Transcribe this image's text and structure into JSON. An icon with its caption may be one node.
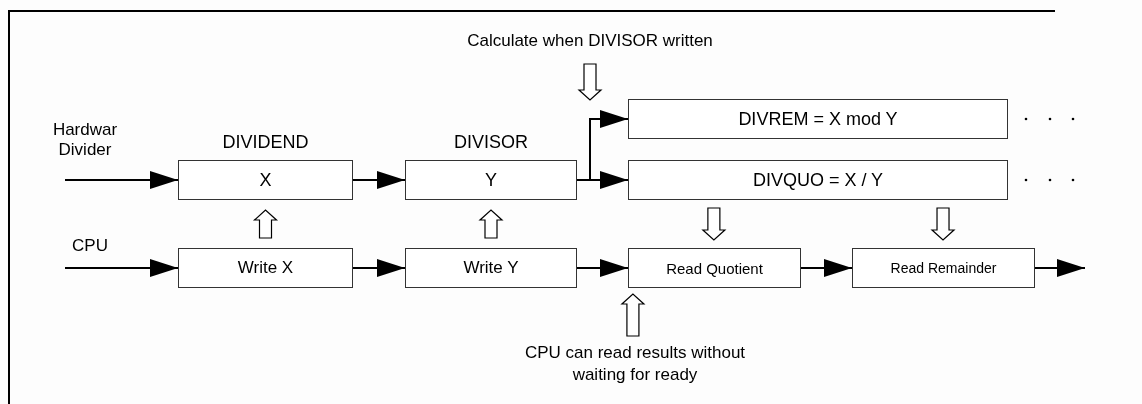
{
  "diagram": {
    "nodes": [
      {
        "text": [
          "DIVIDEND",
          "X"
        ]
      },
      {
        "text": [
          "DIVISOR",
          "Y"
        ]
      },
      {
        "text": [
          "DIVREM = X mod Y"
        ]
      },
      {
        "text": [
          "DIVQUO = X / Y"
        ]
      },
      {
        "text": [
          "Write X"
        ]
      },
      {
        "text": [
          "Write Y"
        ]
      },
      {
        "text": [
          "Read Quotient"
        ]
      },
      {
        "text": [
          "Read Remainder"
        ]
      },
      {
        "text": [
          "Calculate when DIVISOR written"
        ]
      },
      {
        "text": [
          "CPU can read results without waiting for ready"
        ]
      }
    ],
    "edges": [
      {
        "from": null,
        "to": 0,
        "arrow": "to"
      },
      {
        "from": 0,
        "to": 1,
        "arrow": "to"
      },
      {
        "from": 1,
        "to": 2,
        "arrow": "to"
      },
      {
        "from": 1,
        "to": 3,
        "arrow": "to"
      },
      {
        "from": null,
        "to": 4,
        "arrow": "to"
      },
      {
        "from": 4,
        "to": 5,
        "arrow": "to"
      },
      {
        "from": 5,
        "to": 6,
        "arrow": "to"
      },
      {
        "from": 6,
        "to": 7,
        "arrow": "to"
      },
      {
        "from": 7,
        "to": null,
        "arrow": "to"
      },
      {
        "from": 4,
        "to": 0,
        "arrow": "to",
        "style": "thick"
      },
      {
        "from": 5,
        "to": 1,
        "arrow": "to",
        "style": "thick"
      },
      {
        "from": 3,
        "to": 6,
        "arrow": "to",
        "style": "thick"
      },
      {
        "from": 3,
        "to": 7,
        "arrow": "to",
        "style": "thick"
      },
      {
        "from": 8,
        "to": null,
        "arrow": "to",
        "style": "thick"
      },
      {
        "from": 9,
        "to": 6,
        "arrow": "to",
        "style": "thick"
      }
    ],
    "labels": [
      "Hardwar Divider",
      "CPU"
    ]
  }
}
